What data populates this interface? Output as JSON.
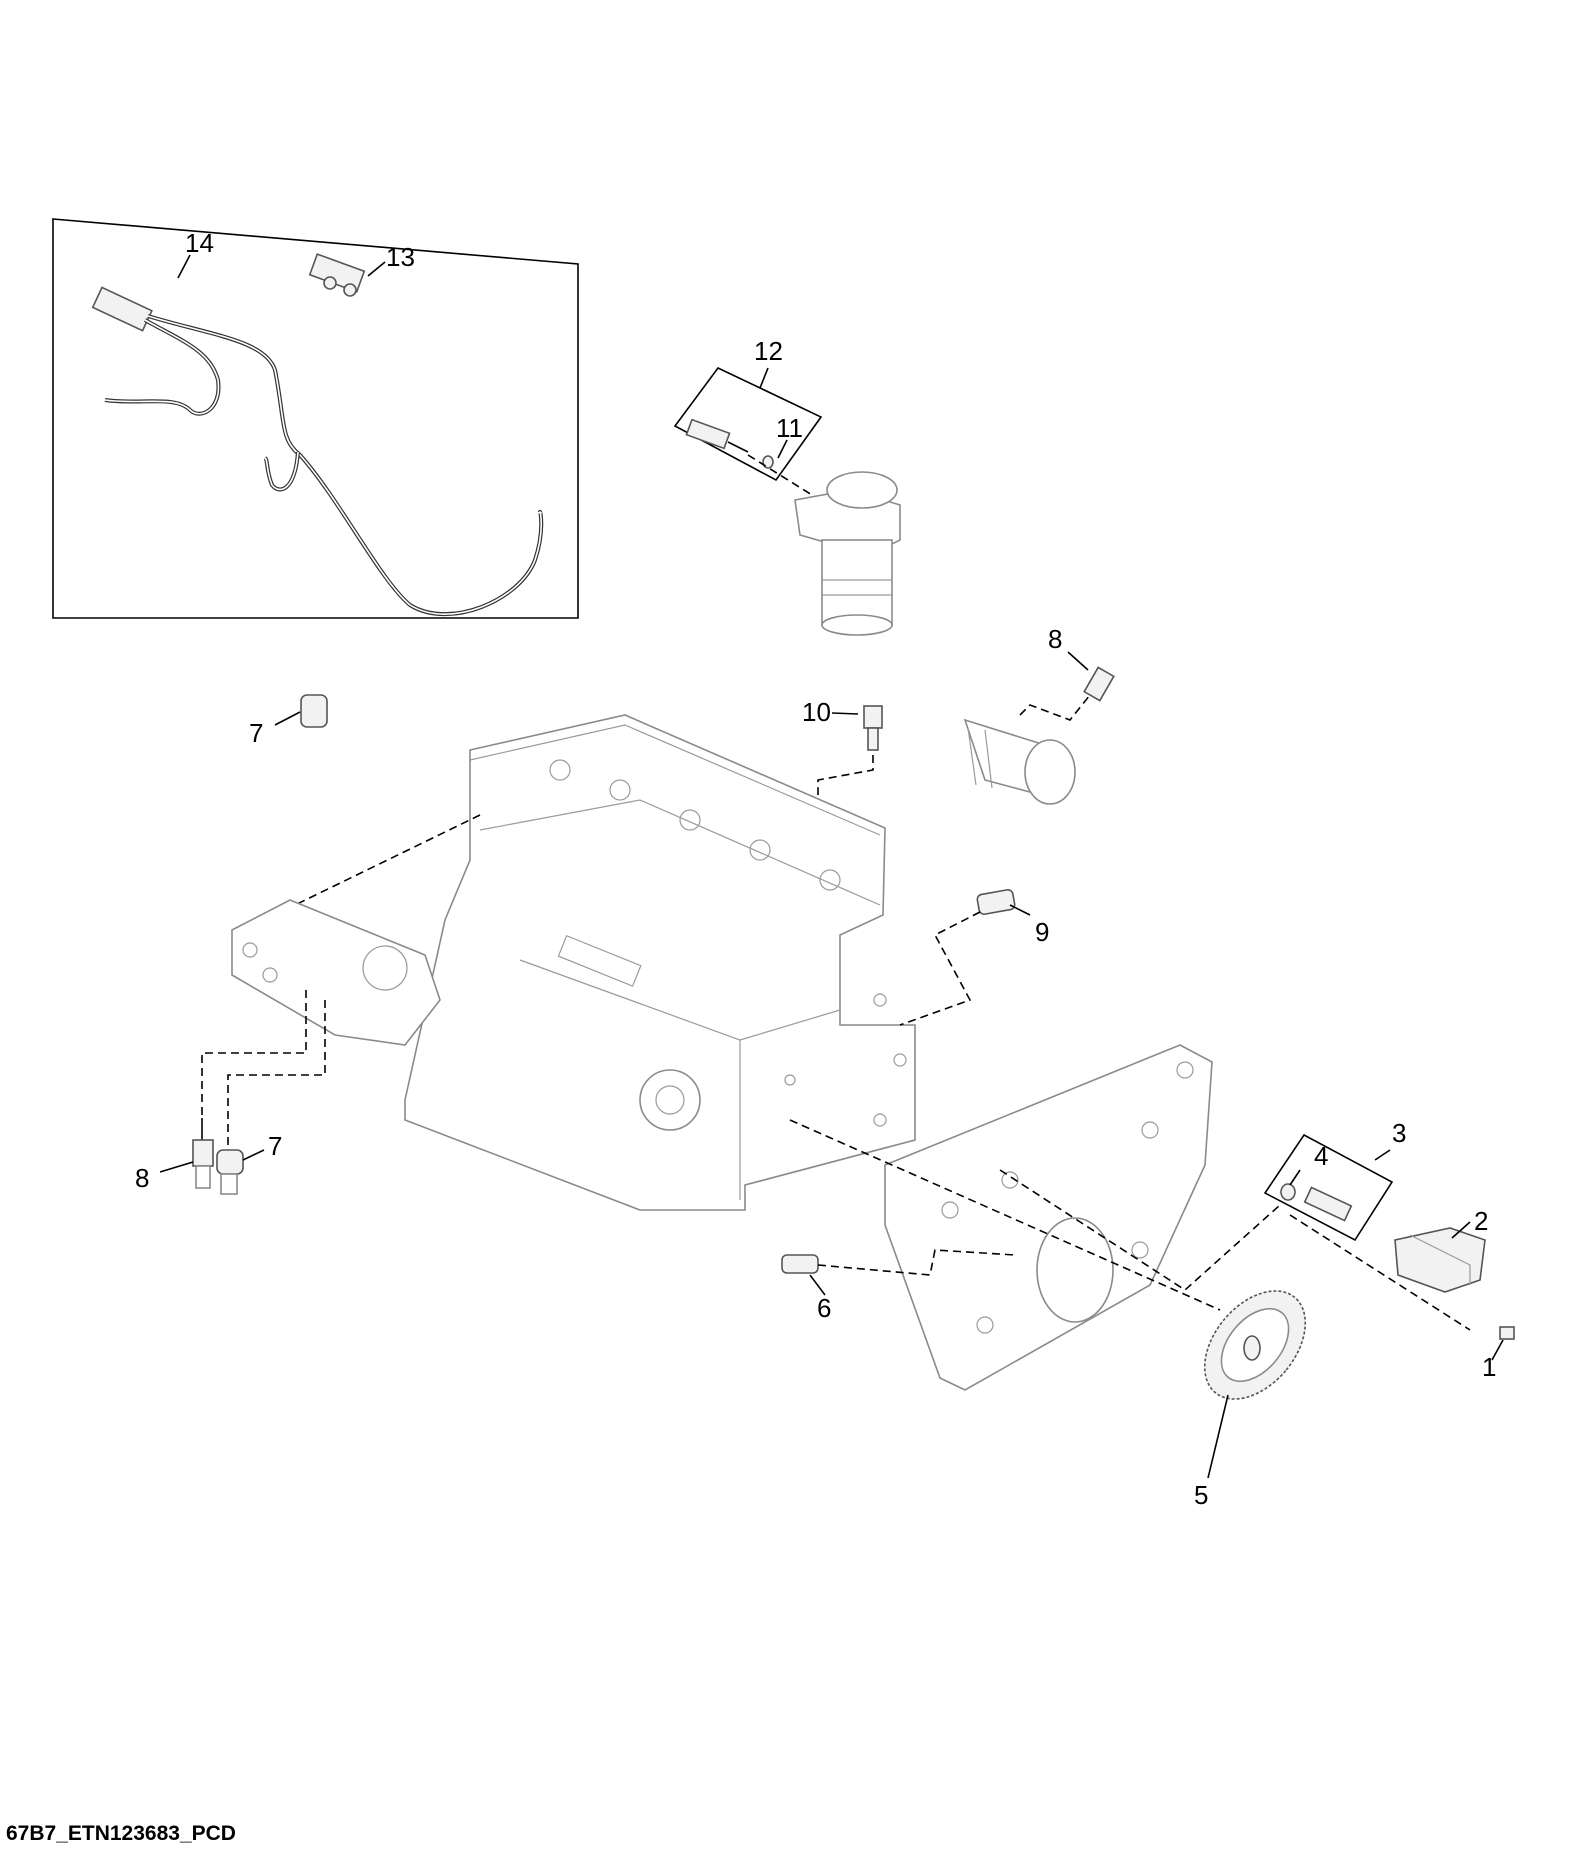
{
  "figure_id": "67B7_ETN123683_PCD",
  "callouts": {
    "c1": "1",
    "c2": "2",
    "c3": "3",
    "c4": "4",
    "c5": "5",
    "c6": "6",
    "c7a": "7",
    "c7b": "7",
    "c8a": "8",
    "c8b": "8",
    "c9": "9",
    "c10": "10",
    "c11": "11",
    "c12": "12",
    "c13": "13",
    "c14": "14"
  }
}
